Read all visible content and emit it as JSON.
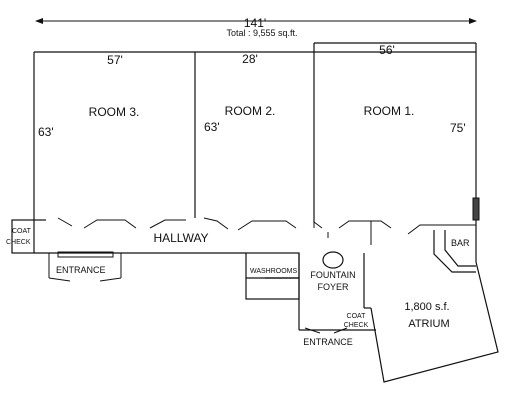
{
  "dimensions": {
    "overall_width": "141'",
    "total": "Total : 9,555 sq.ft.",
    "room3_width": "57'",
    "room2_width": "28'",
    "room1_width": "56'",
    "room3_depth": "63'",
    "room2_depth": "63'",
    "room1_depth": "75'"
  },
  "rooms": {
    "room3": "ROOM 3.",
    "room2": "ROOM 2.",
    "room1": "ROOM 1.",
    "hallway": "HALLWAY",
    "bar": "BAR",
    "washrooms": "WASHROOMS",
    "fountain_line1": "FOUNTAIN",
    "fountain_line2": "FOYER",
    "atrium_area": "1,800 s.f.",
    "atrium": "ATRIUM",
    "entrance_left": "ENTRANCE",
    "entrance_bottom": "ENTRANCE",
    "coat_check_left_1": "COAT",
    "coat_check_left_2": "CHECK",
    "coat_check_right_1": "COAT",
    "coat_check_right_2": "CHECK"
  }
}
